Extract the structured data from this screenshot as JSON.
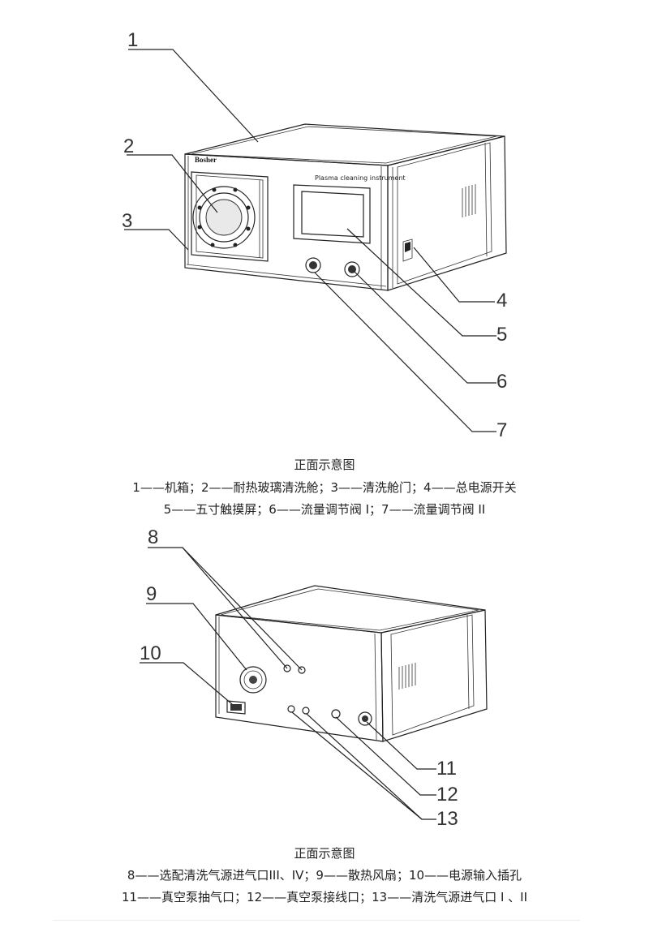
{
  "figure1": {
    "brand": "Bosher",
    "panel_label": "Plasma cleaning instrument",
    "callouts": [
      "1",
      "2",
      "3",
      "4",
      "5",
      "6",
      "7"
    ],
    "caption_title": "正面示意图",
    "caption_line1": "1——机箱；2——耐热玻璃清洗舱；3——清洗舱门；4——总电源开关",
    "caption_line2": "5——五寸触摸屏；6——流量调节阀 I；7——流量调节阀 II"
  },
  "figure2": {
    "callouts": [
      "8",
      "9",
      "10",
      "11",
      "12",
      "13"
    ],
    "caption_title": "正面示意图",
    "caption_line1": "8——选配清洗气源进气口III、IV；9——散热风扇；10——电源输入插孔",
    "caption_line2": "11——真空泵抽气口；12——真空泵接线口；13——清洗气源进气口 I 、II"
  }
}
